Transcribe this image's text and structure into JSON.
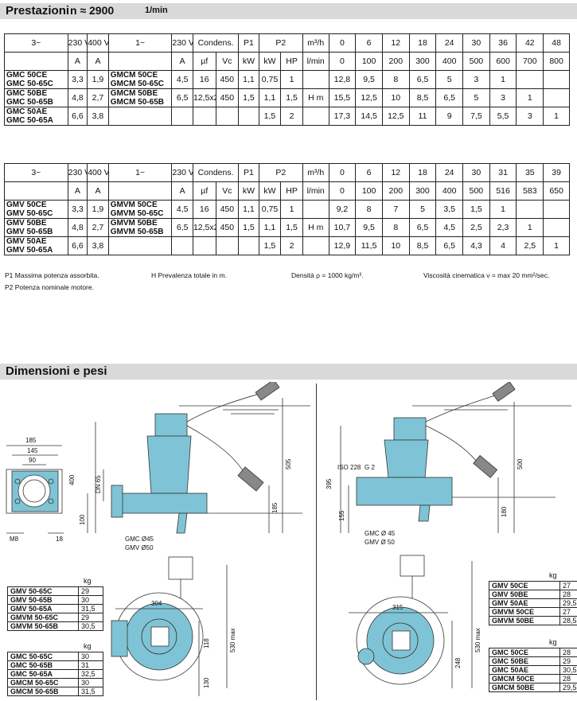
{
  "section1": {
    "title": "Prestazioni",
    "rpm": "n ≈ 2900",
    "rpm_unit": "1/min"
  },
  "section2": {
    "title": "Dimensioni e pesi"
  },
  "tables": [
    {
      "h1": [
        "3~",
        "230 V",
        "400 V",
        "1~",
        "230 V",
        "Condens.",
        "",
        "P1",
        "P2",
        "",
        "m³/h"
      ],
      "h2": [
        "",
        "A",
        "A",
        "",
        "A",
        "µf",
        "Vc",
        "kW",
        "kW",
        "HP",
        "l/min"
      ],
      "q_m3h": [
        "0",
        "6",
        "12",
        "18",
        "24",
        "30",
        "36",
        "42",
        "48"
      ],
      "q_lmin": [
        "0",
        "100",
        "200",
        "300",
        "400",
        "500",
        "600",
        "700",
        "800"
      ],
      "h_label": "H m",
      "rows": [
        {
          "m3": "GMC 50CE",
          "m3b": "GMC 50-65C",
          "a230": "3,3",
          "a400": "1,9",
          "m1": "GMCM 50CE",
          "m1b": "GMCM 50-65C",
          "a1": "4,5",
          "uf": "16",
          "vc": "450",
          "p1": "1,1",
          "kw": "0,75",
          "hp": "1",
          "h": [
            "12,8",
            "9,5",
            "8",
            "6,5",
            "5",
            "3",
            "1",
            "",
            ""
          ]
        },
        {
          "m3": "GMC 50BE",
          "m3b": "GMC 50-65B",
          "a230": "4,8",
          "a400": "2,7",
          "m1": "GMCM 50BE",
          "m1b": "GMCM 50-65B",
          "a1": "6,5",
          "uf": "12,5x2",
          "vc": "450",
          "p1": "1,5",
          "kw": "1,1",
          "hp": "1,5",
          "h": [
            "15,5",
            "12,5",
            "10",
            "8,5",
            "6,5",
            "5",
            "3",
            "1",
            ""
          ]
        },
        {
          "m3": "GMC 50AE",
          "m3b": "GMC 50-65A",
          "a230": "6,6",
          "a400": "3,8",
          "m1": "",
          "m1b": "",
          "a1": "",
          "uf": "",
          "vc": "",
          "p1": "",
          "kw": "1,5",
          "hp": "2",
          "h": [
            "17,3",
            "14,5",
            "12,5",
            "11",
            "9",
            "7,5",
            "5,5",
            "3",
            "1"
          ]
        }
      ]
    },
    {
      "h1": [
        "3~",
        "230 V",
        "400 V",
        "1~",
        "230 V",
        "Condens.",
        "",
        "P1",
        "P2",
        "",
        "m³/h"
      ],
      "h2": [
        "",
        "A",
        "A",
        "",
        "A",
        "µf",
        "Vc",
        "kW",
        "kW",
        "HP",
        "l/min"
      ],
      "q_m3h": [
        "0",
        "6",
        "12",
        "18",
        "24",
        "30",
        "31",
        "35",
        "39"
      ],
      "q_lmin": [
        "0",
        "100",
        "200",
        "300",
        "400",
        "500",
        "516",
        "583",
        "650"
      ],
      "h_label": "H m",
      "rows": [
        {
          "m3": "GMV 50CE",
          "m3b": "GMV 50-65C",
          "a230": "3,3",
          "a400": "1,9",
          "m1": "GMVM 50CE",
          "m1b": "GMVM 50-65C",
          "a1": "4,5",
          "uf": "16",
          "vc": "450",
          "p1": "1,1",
          "kw": "0,75",
          "hp": "1",
          "h": [
            "9,2",
            "8",
            "7",
            "5",
            "3,5",
            "1,5",
            "1",
            "",
            ""
          ]
        },
        {
          "m3": "GMV 50BE",
          "m3b": "GMV 50-65B",
          "a230": "4,8",
          "a400": "2,7",
          "m1": "GMVM 50BE",
          "m1b": "GMVM 50-65B",
          "a1": "6,5",
          "uf": "12,5x2",
          "vc": "450",
          "p1": "1,5",
          "kw": "1,1",
          "hp": "1,5",
          "h": [
            "10,7",
            "9,5",
            "8",
            "6,5",
            "4,5",
            "2,5",
            "2,3",
            "1",
            ""
          ]
        },
        {
          "m3": "GMV 50AE",
          "m3b": "GMV 50-65A",
          "a230": "6,6",
          "a400": "3,8",
          "m1": "",
          "m1b": "",
          "a1": "",
          "uf": "",
          "vc": "",
          "p1": "",
          "kw": "1,5",
          "hp": "2",
          "h": [
            "12,9",
            "11,5",
            "10",
            "8,5",
            "6,5",
            "4,3",
            "4",
            "2,5",
            "1"
          ]
        }
      ]
    }
  ],
  "notes": {
    "p1": "P1 Massima potenza assorbita.",
    "h": "H Prevalenza totale in m.",
    "dens": "Densità  ρ = 1000 kg/m³.",
    "visc": "Viscosità cinematica ν = max 20 mm²/sec.",
    "p2": "P2 Potenza nominale motore."
  },
  "weights_left": {
    "unit": "kg",
    "gmv": [
      [
        "GMV   50-65C",
        "29"
      ],
      [
        "GMV   50-65B",
        "30"
      ],
      [
        "GMV   50-65A",
        "31,5"
      ],
      [
        "GMVM 50-65C",
        "29"
      ],
      [
        "GMVM 50-65B",
        "30,5"
      ]
    ],
    "gmc": [
      [
        "GMC   50-65C",
        "30"
      ],
      [
        "GMC   50-65B",
        "31"
      ],
      [
        "GMC   50-65A",
        "32,5"
      ],
      [
        "GMCM 50-65C",
        "30"
      ],
      [
        "GMCM 50-65B",
        "31,5"
      ]
    ]
  },
  "weights_right": {
    "unit": "kg",
    "gmv": [
      [
        "GMV     50CE",
        "27"
      ],
      [
        "GMV     50BE",
        "28"
      ],
      [
        "GMV     50AE",
        "29,5"
      ],
      [
        "GMVM 50CE",
        "27"
      ],
      [
        "GMVM 50BE",
        "28,5"
      ]
    ],
    "gmc": [
      [
        "GMC     50CE",
        "28"
      ],
      [
        "GMC     50BE",
        "29"
      ],
      [
        "GMC     50AE",
        "30,5"
      ],
      [
        "GMCM 50CE",
        "28"
      ],
      [
        "GMCM 50BE",
        "29,5"
      ]
    ]
  },
  "dims_left": {
    "d185": "185",
    "d145": "145",
    "d90": "90",
    "m8": "M8",
    "d18": "18",
    "dn65": "DN 65",
    "d400": "400",
    "d505": "505",
    "d185b": "185",
    "d100": "100",
    "gmc": "GMC Ø45",
    "gmv": "GMV Ø50",
    "d304": "304",
    "d530": "530 max",
    "d118": "118",
    "d130": "130"
  },
  "dims_right": {
    "iso": "ISO 228",
    "g2": "G 2",
    "d395": "395",
    "d500": "500",
    "d155": "155",
    "d180": "180",
    "gmc": "GMC Ø 45",
    "gmv": "GMV Ø 50",
    "d315": "315",
    "d530": "530 max",
    "d248": "248"
  },
  "colors": {
    "pump": "#7fc4d6",
    "water": "#555555",
    "header_bg": "#d9d9d9"
  }
}
